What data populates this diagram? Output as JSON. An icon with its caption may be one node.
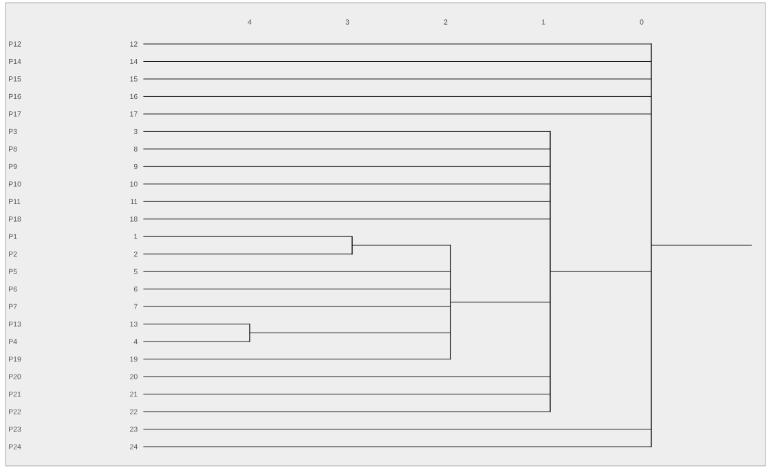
{
  "diagram": {
    "nodes": [
      {
        "text": [
          "P12",
          "12"
        ]
      },
      {
        "text": [
          "P14",
          "14"
        ]
      },
      {
        "text": [
          "P15",
          "15"
        ]
      },
      {
        "text": [
          "P16",
          "16"
        ]
      },
      {
        "text": [
          "P17",
          "17"
        ]
      },
      {
        "text": [
          "P3",
          "3"
        ]
      },
      {
        "text": [
          "P8",
          "8"
        ]
      },
      {
        "text": [
          "P9",
          "9"
        ]
      },
      {
        "text": [
          "P10",
          "10"
        ]
      },
      {
        "text": [
          "P11",
          "11"
        ]
      },
      {
        "text": [
          "P18",
          "18"
        ]
      },
      {
        "text": [
          "P1",
          "1"
        ]
      },
      {
        "text": [
          "P2",
          "2"
        ]
      },
      {
        "text": [
          "P5",
          "5"
        ]
      },
      {
        "text": [
          "P6",
          "6"
        ]
      },
      {
        "text": [
          "P7",
          "7"
        ]
      },
      {
        "text": [
          "P13",
          "13"
        ]
      },
      {
        "text": [
          "P4",
          "4"
        ]
      },
      {
        "text": [
          "P19",
          "19"
        ]
      },
      {
        "text": [
          "P20",
          "20"
        ]
      },
      {
        "text": [
          "P21",
          "21"
        ]
      },
      {
        "text": [
          "P22",
          "22"
        ]
      },
      {
        "text": [
          "P23",
          "23"
        ]
      },
      {
        "text": [
          "P24",
          "24"
        ]
      },
      {
        "text": [],
        "shape": "bar"
      },
      {
        "text": [],
        "shape": "bar"
      },
      {
        "text": [],
        "shape": "bar"
      },
      {
        "text": [],
        "shape": "bar"
      },
      {
        "text": [],
        "shape": "bar"
      }
    ],
    "edges": [
      {
        "from": 0,
        "to": 24,
        "arrow": "none"
      },
      {
        "from": 1,
        "to": 24,
        "arrow": "none"
      },
      {
        "from": 2,
        "to": 24,
        "arrow": "none"
      },
      {
        "from": 3,
        "to": 24,
        "arrow": "none"
      },
      {
        "from": 4,
        "to": 24,
        "arrow": "none"
      },
      {
        "from": 5,
        "to": 25,
        "arrow": "none"
      },
      {
        "from": 6,
        "to": 25,
        "arrow": "none"
      },
      {
        "from": 7,
        "to": 25,
        "arrow": "none"
      },
      {
        "from": 8,
        "to": 25,
        "arrow": "none"
      },
      {
        "from": 9,
        "to": 25,
        "arrow": "none"
      },
      {
        "from": 10,
        "to": 25,
        "arrow": "none"
      },
      {
        "from": 11,
        "to": 27,
        "arrow": "none"
      },
      {
        "from": 12,
        "to": 27,
        "arrow": "none"
      },
      {
        "from": 27,
        "to": 26,
        "arrow": "none"
      },
      {
        "from": 13,
        "to": 26,
        "arrow": "none"
      },
      {
        "from": 14,
        "to": 26,
        "arrow": "none"
      },
      {
        "from": 15,
        "to": 26,
        "arrow": "none"
      },
      {
        "from": 16,
        "to": 28,
        "arrow": "none"
      },
      {
        "from": 17,
        "to": 28,
        "arrow": "none"
      },
      {
        "from": 28,
        "to": 26,
        "arrow": "none"
      },
      {
        "from": 18,
        "to": 26,
        "arrow": "none"
      },
      {
        "from": 26,
        "to": 25,
        "arrow": "none"
      },
      {
        "from": 19,
        "to": 25,
        "arrow": "none"
      },
      {
        "from": 20,
        "to": 25,
        "arrow": "none"
      },
      {
        "from": 21,
        "to": 25,
        "arrow": "none"
      },
      {
        "from": 25,
        "to": 24,
        "arrow": "none"
      },
      {
        "from": 22,
        "to": 24,
        "arrow": "none"
      },
      {
        "from": 23,
        "to": 24,
        "arrow": "none"
      },
      {
        "from": 24,
        "to": null,
        "arrow": "none"
      }
    ],
    "labels": [
      "4",
      "3",
      "2",
      "1",
      "0"
    ]
  }
}
